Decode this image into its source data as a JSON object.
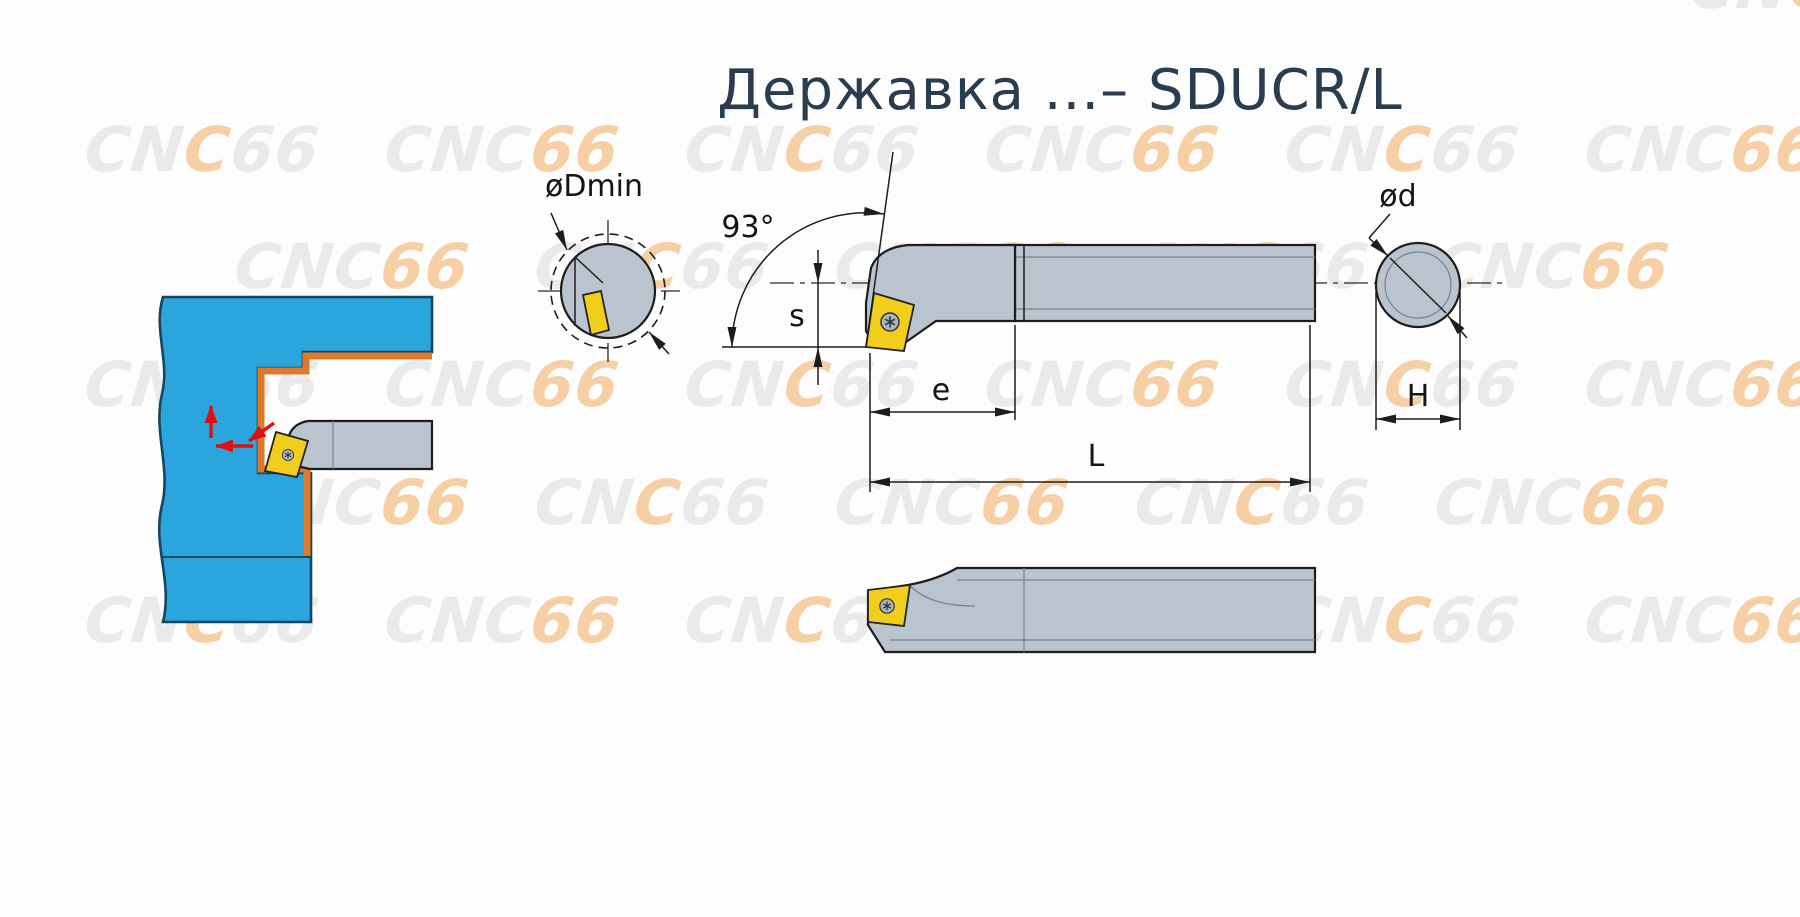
{
  "title": "Державка ...– SDUCR/L",
  "watermark": {
    "text": "CNC66",
    "part1": "CN",
    "part2": "C",
    "part3": "66"
  },
  "labels": {
    "dmin": "øDmin",
    "angle": "93°",
    "s": "s",
    "e": "e",
    "l": "L",
    "d": "ød",
    "h": "H"
  },
  "colors": {
    "steel": "#b9c4ce",
    "steel-light": "#d3dbe2",
    "insert-yellow": "#f2ce1c",
    "workpiece-blue": "#2aa5de",
    "workpiece-outline": "#16465e",
    "lining-orange": "#e0792a",
    "arrow-red": "#e01010",
    "line": "#1d1d1d",
    "title-color": "#2a3c50",
    "wm-gray": "#eaeaea",
    "wm-orange": "#f7cfa4"
  }
}
